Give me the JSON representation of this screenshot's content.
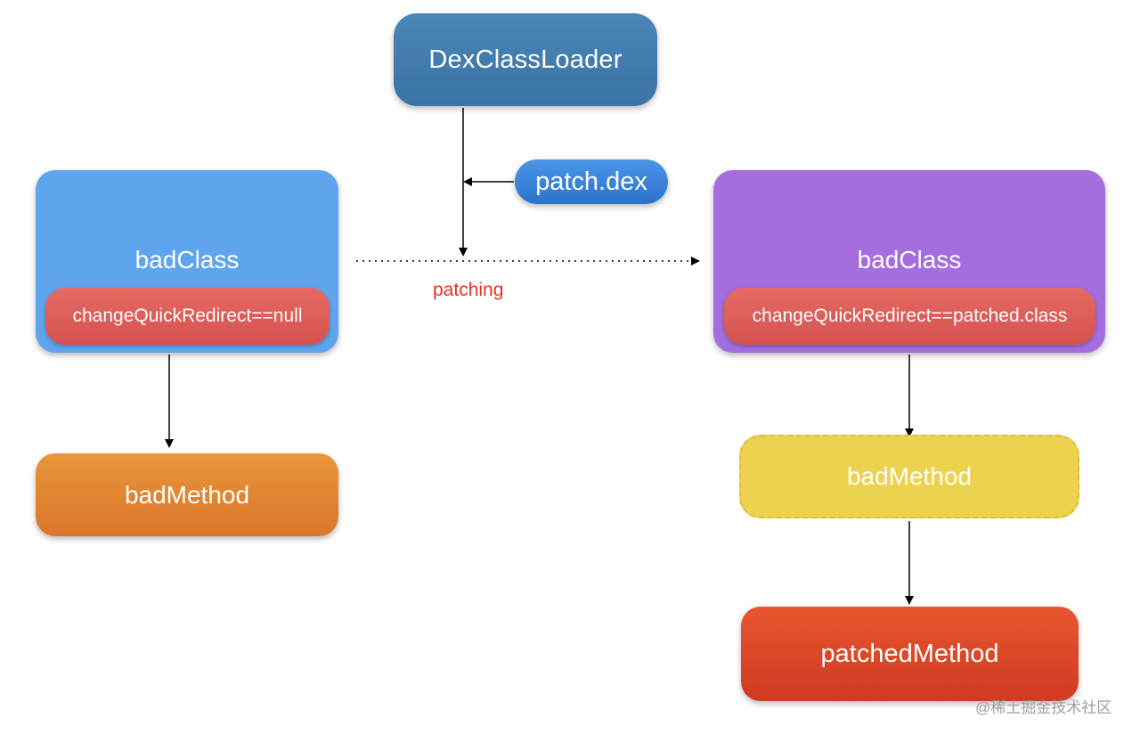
{
  "nodes": {
    "dex_loader": "DexClassLoader",
    "patch_dex": "patch.dex",
    "left_class": {
      "title": "badClass",
      "redirect": "changeQuickRedirect==null"
    },
    "right_class": {
      "title": "badClass",
      "redirect": "changeQuickRedirect==patched.class"
    },
    "left_method": "badMethod",
    "right_method": "badMethod",
    "patched_method": "patchedMethod"
  },
  "edge_label": "patching",
  "watermark": "@稀土掘金技术社区",
  "colors": {
    "dex_loader": "#3f7aab",
    "patch_dex": "#3a84dc",
    "left_class": "#5fa5ee",
    "right_class": "#a46ede",
    "redirect": "#de5f5a",
    "left_method": "#e3862f",
    "right_method": "#ecd24f",
    "patched_method": "#dc4628",
    "patching_label": "#e5331e"
  }
}
